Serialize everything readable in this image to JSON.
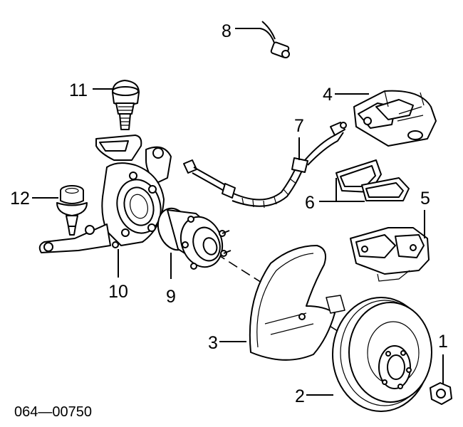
{
  "diagram": {
    "code": "064—00750",
    "callouts": [
      {
        "id": "c1",
        "text": "1"
      },
      {
        "id": "c2",
        "text": "2"
      },
      {
        "id": "c3",
        "text": "3"
      },
      {
        "id": "c4",
        "text": "4"
      },
      {
        "id": "c5",
        "text": "5"
      },
      {
        "id": "c6",
        "text": "6"
      },
      {
        "id": "c7",
        "text": "7"
      },
      {
        "id": "c8",
        "text": "8"
      },
      {
        "id": "c9",
        "text": "9"
      },
      {
        "id": "c10",
        "text": "10"
      },
      {
        "id": "c11",
        "text": "11"
      },
      {
        "id": "c12",
        "text": "12"
      }
    ]
  }
}
